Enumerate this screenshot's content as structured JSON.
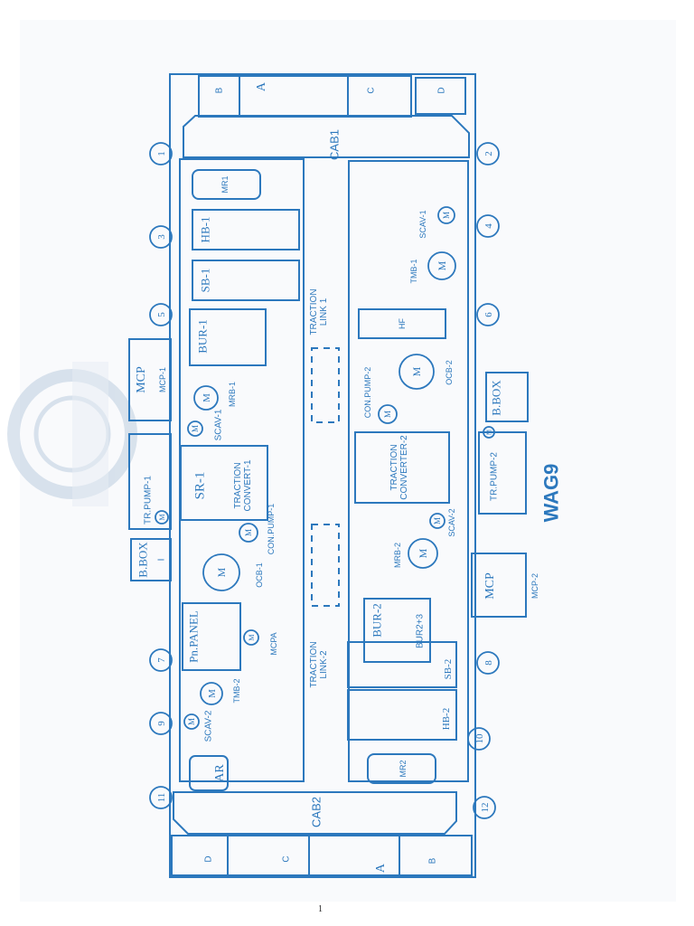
{
  "title": "WAG9",
  "page_number": "1",
  "colors": {
    "line": "#2c78bd",
    "stamp": "#9bb4cf"
  },
  "cabs": {
    "cab1": "CAB1",
    "cab2": "CAB2"
  },
  "end_boxes": {
    "a": "A",
    "b": "B",
    "c": "C",
    "d": "D"
  },
  "markers": [
    "1",
    "2",
    "3",
    "4",
    "5",
    "6",
    "7",
    "8",
    "9",
    "10",
    "11",
    "12"
  ],
  "motor_symbol": "M",
  "equipment": {
    "mr1": "MR1",
    "hb1": "HB-1",
    "sb1": "SB-1",
    "bur1": "BUR-1",
    "mrb1": "MRB-1",
    "scav1_upper": "SCAV-1",
    "sr1": "SR-1",
    "traction_converter1": "TRACTION\nCONVERT-1",
    "conpump1": "CON.PUMP-1",
    "ocb1": "OCB-1",
    "pn_panel": "Pn.PANEL",
    "mcpa": "MCPA",
    "tmb2": "TMB-2",
    "scav2_upper": "SCAV-2",
    "ar": "AR",
    "mcp1_title": "MCP",
    "mcp1_sub": "MCP-1",
    "trpump1": "TR.PUMP-1",
    "bbox1_title": "B.BOX",
    "bbox1_sub": "I",
    "traction_link1": "TRACTION\nLINK 1",
    "traction_link2": "TRACTION\nLINK-2",
    "hf": "HF",
    "tmb1": "TMB-1",
    "scav1_lower": "SCAV-1",
    "ocb2": "OCB-2",
    "conpump2": "CON.PUMP-2",
    "traction_converter2": "TRACTION\nCONVERTER-2",
    "scav2_lower": "SCAV-2",
    "mrb2": "MRB-2",
    "bur2": "BUR-2",
    "bur23": "BUR2+3",
    "sb2": "SB-2",
    "hb2": "HB-2",
    "mr2": "MR2",
    "mcp2_title": "MCP",
    "mcp2_sub": "MCP-2",
    "trpump2": "TR.PUMP-2",
    "bbox2": "B.BOX"
  }
}
